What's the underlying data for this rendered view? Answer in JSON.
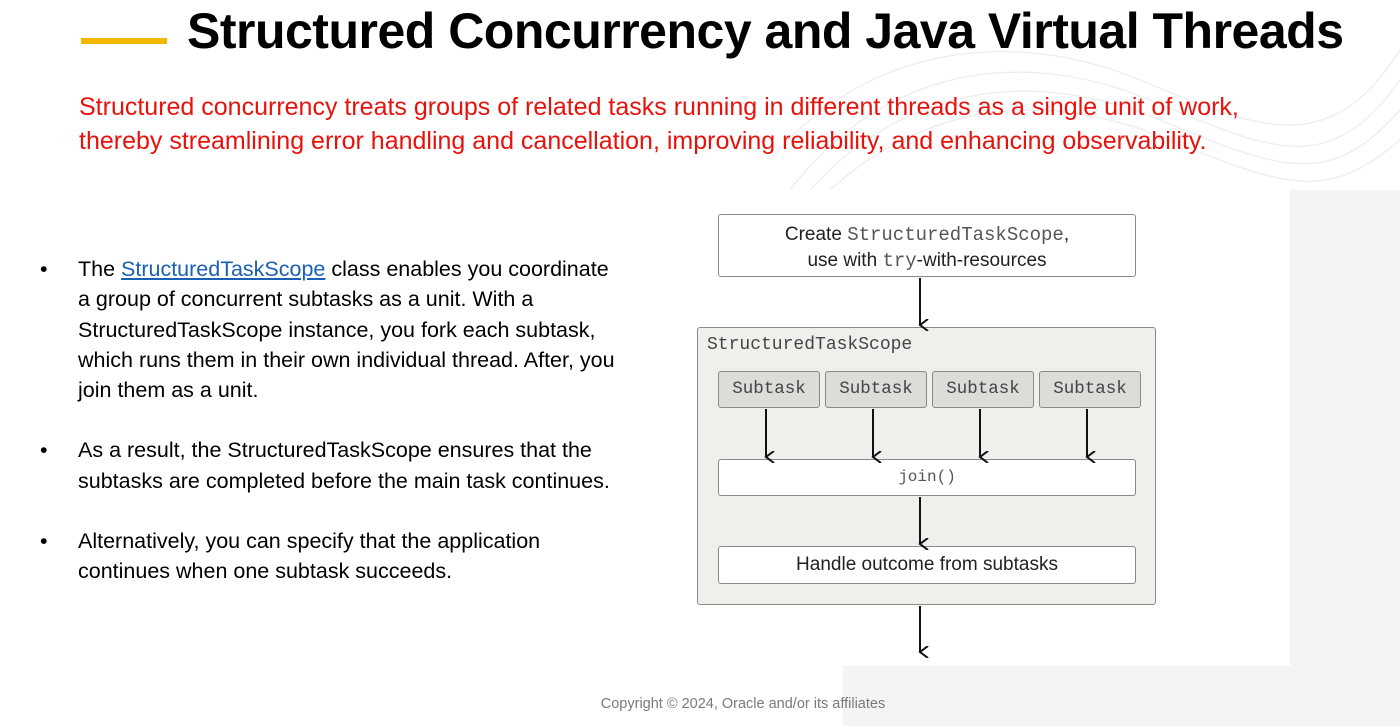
{
  "colors": {
    "accent_line": "#f5b800",
    "subtitle": "#e8120c",
    "link": "#1a5fb4",
    "scope_fill": "#efefec",
    "subtask_fill": "#dcdcd8"
  },
  "title": "Structured Concurrency and Java Virtual Threads",
  "subtitle": "Structured concurrency treats groups of related tasks running in different threads as a single unit of work,\nthereby streamlining error handling and cancellation, improving reliability, and enhancing observability.",
  "bullets": [
    {
      "prefix": "The ",
      "link": "StructuredTaskScope",
      "rest": " class enables you coordinate a group of concurrent subtasks as a unit. With a StructuredTaskScope instance, you fork each subtask, which runs them in their own individual thread. After, you join them as a unit."
    },
    {
      "text": "As a result, the StructuredTaskScope ensures that the subtasks are completed before the main task continues."
    },
    {
      "text": "Alternatively, you can specify that the application continues when one subtask succeeds."
    }
  ],
  "bullet_glyph": "•",
  "diagram": {
    "create_box": {
      "line1_prefix": "Create ",
      "line1_code": "StructuredTaskScope",
      "line1_suffix": ",",
      "line2_prefix": "use with ",
      "line2_code": "try",
      "line2_suffix": "-with-resources"
    },
    "scope_label": "StructuredTaskScope",
    "subtasks": [
      "Subtask",
      "Subtask",
      "Subtask",
      "Subtask"
    ],
    "join_label": "join()",
    "handle_label": "Handle outcome from subtasks"
  },
  "footer": "Copyright © 2024, Oracle and/or its affiliates"
}
